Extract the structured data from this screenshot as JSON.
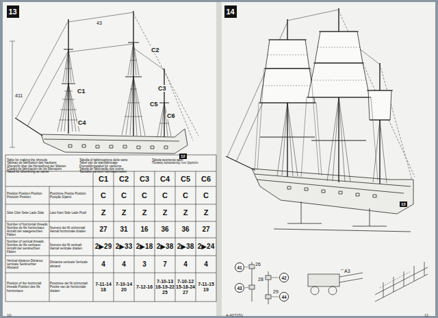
{
  "diagram": {
    "nodes": [
      {
        "text": [
          "13"
        ]
      },
      {
        "text": [
          "14"
        ]
      },
      {
        "text": [
          "41"
        ]
      },
      {
        "text": [
          "43"
        ]
      },
      {
        "text": [
          "42"
        ]
      },
      {
        "text": [
          "44"
        ]
      }
    ],
    "labels": [
      "C1",
      "C2",
      "C3",
      "C4",
      "C5",
      "C6",
      "411",
      "43",
      "12",
      "Table for making the shrouds",
      "Tableau de fabrication des haubans",
      "Übersicht über die Herstellung der Wanten",
      "Cuadro de fabricación de los obenques",
      "Tabell för tillverkning av vanter",
      "Tabella di fabbricazione delle sarte",
      "Tabel van de wantfabricage",
      "Fremstillingstabel for vanterne",
      "Tabela de fabricação dos ovéns",
      "Taulukko vanttien valmistamiseksi",
      "Tabela tworzenia want",
      "Πίνακας κατασκευής των ξαρτιών",
      "C1",
      "C2",
      "C3",
      "C4",
      "C5",
      "C6",
      "C",
      "C",
      "C",
      "C",
      "C",
      "C",
      "Z",
      "Z",
      "Z",
      "Z",
      "Z",
      "Z",
      "27",
      "31",
      "16",
      "36",
      "36",
      "27",
      "2▶29",
      "2▶33",
      "2▶18",
      "2▶38",
      "2▶38",
      "2▶24",
      "4",
      "4",
      "3",
      "7",
      "4",
      "4",
      "7-11-14 18",
      "7-10-14 20",
      "7-12-16",
      "7-10-13 16-19-22 25",
      "7-10-12 15-18-24 27",
      "7-11-15 19",
      "Position Position Position Posición Position",
      "Posizione Positie Position Posição Sijainti",
      "Side Côté Seite Lado Sida",
      "Lato Kant Side Lado Puoli",
      "Number of horizontal threads Nombre de fils horizontaux Anzahl der waagerechten Fäden",
      "Numero dei fili orizzontali Aantal horizontale draden",
      "Number of vertical threads Nombre de fils verticaux Anzahl der senkrechten Fäden",
      "Numero dei fili verticali Aantal verticale draden",
      "Vertical distance Distance verticale Senkrechter Abstand",
      "Distanza verticale Verticale afstand",
      "Position of the horizontal threads Position des fils horizontaux",
      "Posizione dei fili orizzontali Positie van de horizontale draden",
      "10",
      "4-407251",
      "11",
      "13",
      "26",
      "28",
      "29",
      "A3"
    ]
  }
}
